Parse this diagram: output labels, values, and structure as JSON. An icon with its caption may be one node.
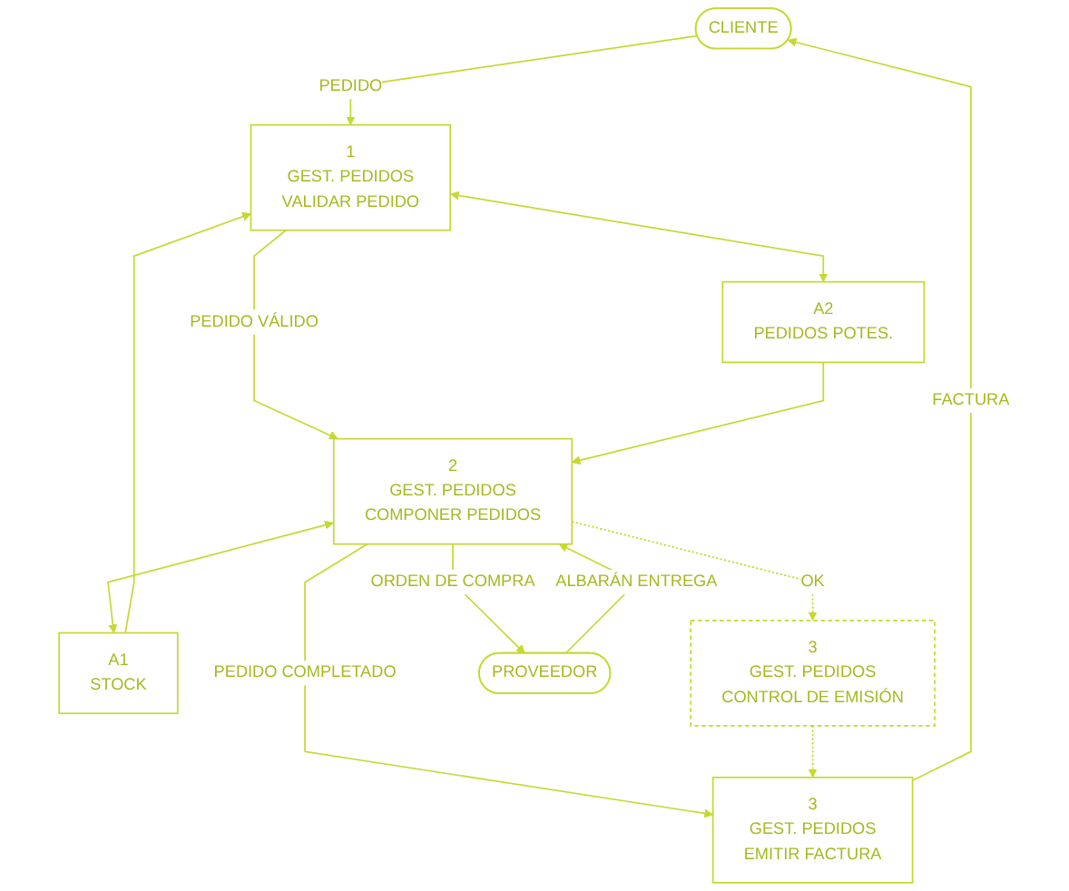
{
  "diagram": {
    "nodes": [
      {
        "text": [
          "CLIENTE"
        ]
      },
      {
        "text": [
          "1",
          "GEST. PEDIDOS",
          "VALIDAR PEDIDO"
        ]
      },
      {
        "text": [
          "A2",
          "PEDIDOS POTES."
        ]
      },
      {
        "text": [
          "A1",
          "STOCK"
        ]
      },
      {
        "text": [
          "2",
          "GEST. PEDIDOS",
          "COMPONER PEDIDOS"
        ]
      },
      {
        "text": [
          "3",
          "GEST. PEDIDOS",
          "EMITIR FACTURA"
        ]
      },
      {
        "text": [
          "3",
          "GEST. PEDIDOS",
          "CONTROL DE EMISIÓN"
        ]
      },
      {
        "text": [
          "PROVEEDOR"
        ]
      }
    ],
    "edges": [
      {
        "from": 0,
        "to": 1,
        "arrow": "to",
        "label": "PEDIDO"
      },
      {
        "from": 1,
        "to": 2,
        "arrow": "both"
      },
      {
        "from": 3,
        "to": 1,
        "arrow": "to"
      },
      {
        "from": 1,
        "to": 4,
        "arrow": "to",
        "label": "PEDIDO VÁLIDO"
      },
      {
        "from": 4,
        "to": 3,
        "arrow": "both"
      },
      {
        "from": 2,
        "to": 4,
        "arrow": "to"
      },
      {
        "from": 4,
        "to": 5,
        "arrow": "to",
        "label": "PEDIDO COMPLETADO"
      },
      {
        "from": 5,
        "to": 0,
        "arrow": "to",
        "label": "FACTURA"
      },
      {
        "from": 4,
        "to": 6,
        "arrow": "to",
        "label": "OK",
        "style": "dashed"
      },
      {
        "from": 6,
        "to": 5,
        "arrow": "to",
        "style": "dashed"
      },
      {
        "from": 4,
        "to": 7,
        "arrow": "to",
        "label": "ORDEN DE COMPRA"
      },
      {
        "from": 7,
        "to": 4,
        "arrow": "to",
        "label": "ALBARÁN ENTREGA"
      }
    ]
  }
}
